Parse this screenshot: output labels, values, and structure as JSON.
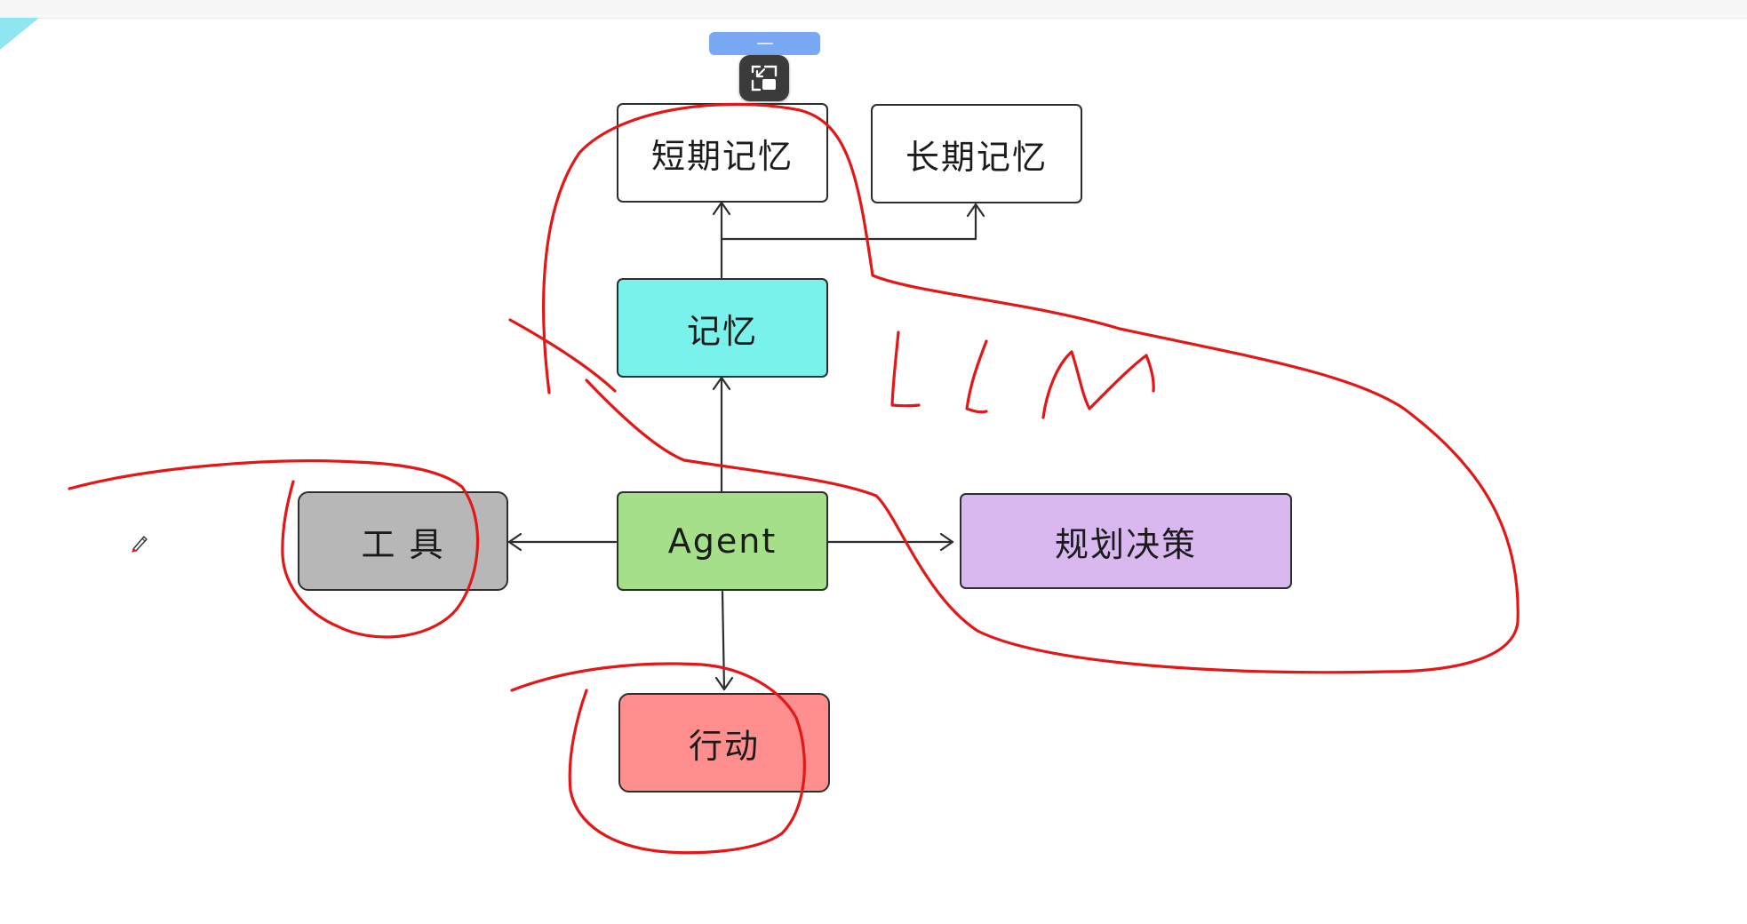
{
  "colors": {
    "stroke": "#2e2e2e",
    "ink": "#e41717",
    "tab_accent": "#8fe6f1",
    "handle": "#79a9f2",
    "float_button": "#3b3b3b"
  },
  "toolbar": {
    "restore_icon": "restore-window-icon",
    "pen_icon": "pen-cursor-icon"
  },
  "diagram": {
    "nodes": {
      "short_term": {
        "label": "短期记忆",
        "fill": "#ffffff"
      },
      "long_term": {
        "label": "长期记忆",
        "fill": "#ffffff"
      },
      "memory": {
        "label": "记忆",
        "fill": "#79f2ec"
      },
      "tool": {
        "label": "工 具",
        "fill": "#b7b7b7"
      },
      "agent": {
        "label": "Agent",
        "fill": "#a6df89"
      },
      "planning": {
        "label": "规划决策",
        "fill": "#d9b7ef"
      },
      "action": {
        "label": "行动",
        "fill": "#ff8f8f"
      }
    }
  },
  "annotation": {
    "ink_text": "LLM"
  }
}
